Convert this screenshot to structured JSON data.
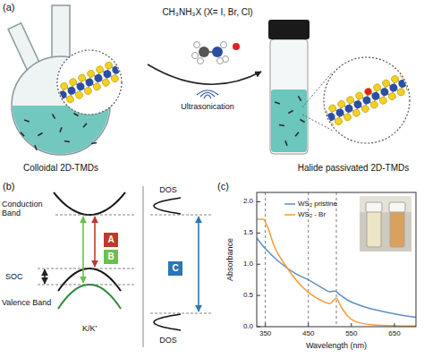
{
  "diagram": {
    "nodes": [
      {
        "text": [
          "A"
        ]
      },
      {
        "text": [
          "B"
        ]
      },
      {
        "text": [
          "C"
        ]
      }
    ],
    "labels": [
      "(a)",
      "CH₃NH₃X (X= I, Br, Cl)",
      "Ultrasonication",
      "Colloidal 2D-TMDs",
      "Halide passivated 2D-TMDs",
      "(b)",
      "Conduction Band",
      "DOS",
      "SOC",
      "Valence Band",
      "K/K'",
      "DOS",
      "(c)",
      "2.0",
      "1.5",
      "1.0",
      "0.5",
      "0.0",
      "Absorbance",
      "350",
      "450",
      "550",
      "650",
      "Wavelength (nm)"
    ],
    "legend": [
      {
        "text": "WS₂ pristine"
      },
      {
        "text": "WS₂ - Br"
      }
    ]
  }
}
